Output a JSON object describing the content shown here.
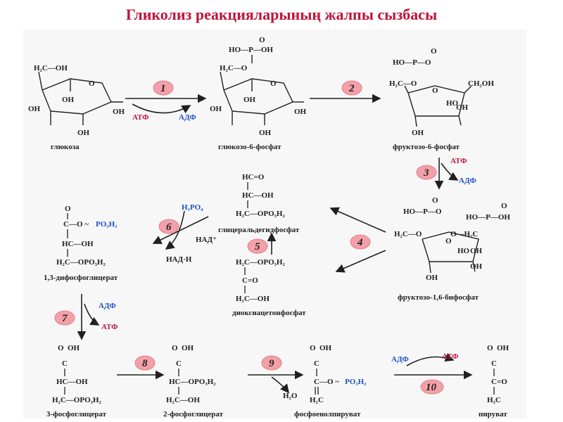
{
  "title": "Гликолиз реакцияларының жалпы сызбасы",
  "compounds": {
    "glucose": "глюкоза",
    "g6p": "глюкозо-6-фосфат",
    "f6p": "фруктозо-6-фосфат",
    "f16bp": "фруктозо-1,6-бифосфат",
    "gap": "глицеральдегидфосфат",
    "dhap": "диоксиацетонфосфат",
    "bpg13": "1,3-дифосфоглицерат",
    "pg3": "3-фосфоглицерат",
    "pg2": "2-фосфоглицерат",
    "pep": "фосфоенолпируват",
    "pyruvate": "пируват"
  },
  "steps": [
    "1",
    "2",
    "3",
    "4",
    "5",
    "6",
    "7",
    "8",
    "9",
    "10"
  ],
  "cofactors": {
    "atf": "АТФ",
    "adf": "АДФ",
    "nad": "НАД⁺",
    "nadh": "НАД·Н",
    "h3po4": "H₃PO₄",
    "h2o": "H₂O"
  },
  "colors": {
    "title": "#c0143c",
    "atf": "#c0143c",
    "adf": "#1f4fc8",
    "step_badge": "#f4a0a8"
  }
}
